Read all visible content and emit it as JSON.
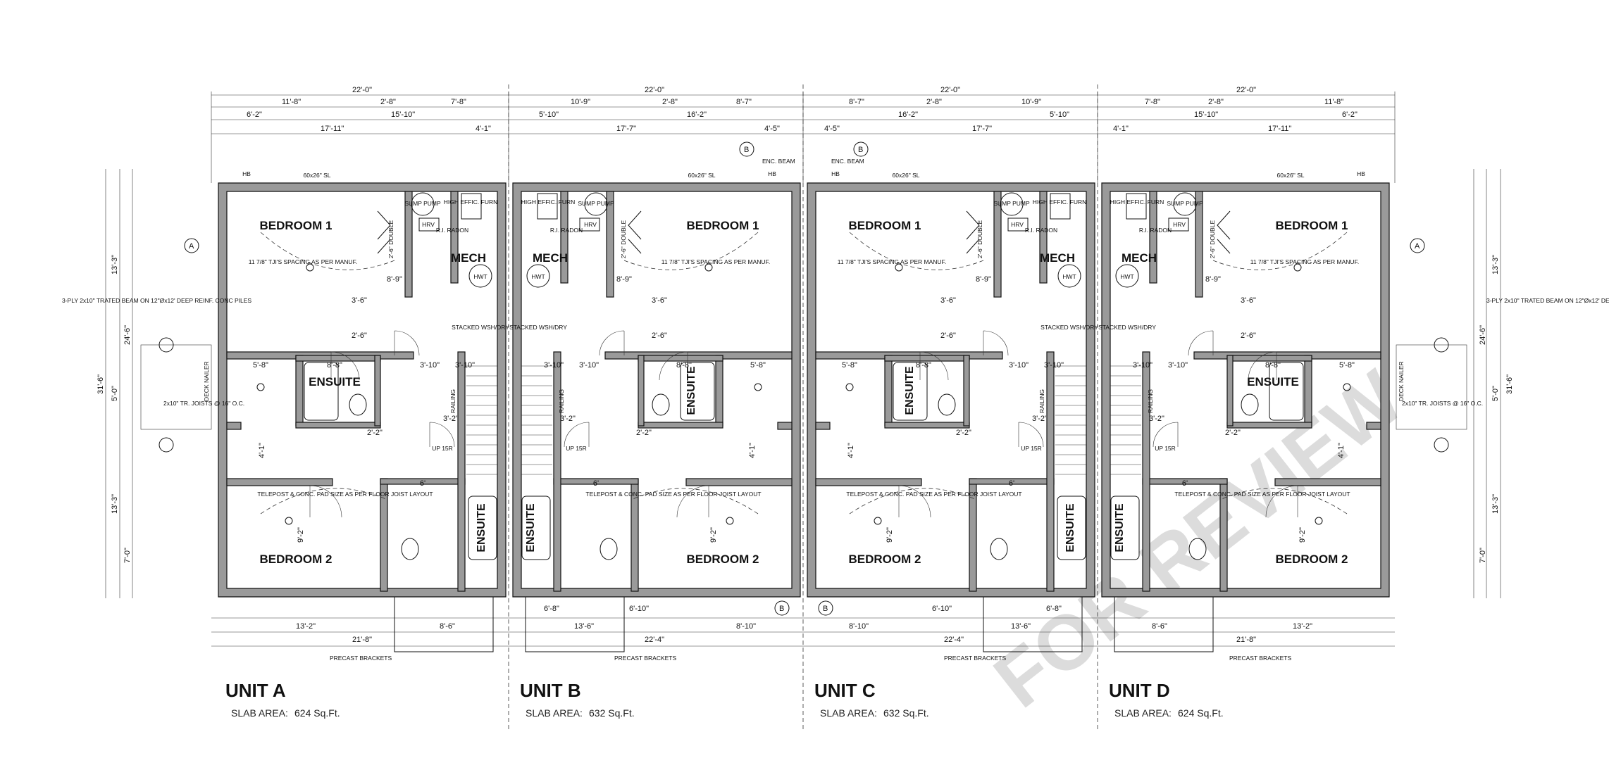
{
  "units": [
    {
      "id": "a",
      "title": "UNIT A",
      "slab_label": "SLAB AREA:",
      "slab_value": "624 Sq.Ft.",
      "mirror": false
    },
    {
      "id": "b",
      "title": "UNIT B",
      "slab_label": "SLAB AREA:",
      "slab_value": "632 Sq.Ft.",
      "mirror": true
    },
    {
      "id": "c",
      "title": "UNIT C",
      "slab_label": "SLAB AREA:",
      "slab_value": "632 Sq.Ft.",
      "mirror": false
    },
    {
      "id": "d",
      "title": "UNIT D",
      "slab_label": "SLAB AREA:",
      "slab_value": "624 Sq.Ft.",
      "mirror": true
    }
  ],
  "rooms": {
    "bedroom1": "BEDROOM 1",
    "bedroom2": "BEDROOM 2",
    "mech": "MECH",
    "ensuite": "ENSUITE"
  },
  "notes": {
    "joists": "11 7/8\" TJI'S SPACING AS PER MANUF.",
    "telepost": "TELEPOST & CONC. PAD SIZE AS PER FLOOR JOIST LAYOUT",
    "stacked": "STACKED WSH/DRY",
    "precast": "PRECAST BRACKETS",
    "window_top": "60x26\" SL",
    "hb": "HB",
    "radon": "R.I. RADON",
    "double": "2'-6\" DOUBLE",
    "sump": "SUMP PUMP",
    "hrv": "HRV",
    "hwt": "HWT",
    "furn": "HIGH EFFIC. FURN",
    "railing": "RAILING",
    "up": "UP 15R",
    "beam_left": "3-PLY 2x10\" TRATED BEAM ON 12\"Øx12' DEEP REINF. CONC PILES",
    "deck_joists": "2x10\" TR. JOISTS @ 16\" O.C.",
    "deck_nailer": "DECK NAILER",
    "enc_beam": "ENC. BEAM",
    "section_a": "A",
    "section_b": "B"
  },
  "dimensions": {
    "top_row1": [
      "22'-0\"",
      "22'-0\"",
      "22'-0\"",
      "22'-0\""
    ],
    "top_row2": [
      "11'-8\"",
      "2'-8\"",
      "7'-8\"",
      "10'-9\"",
      "2'-8\"",
      "8'-7\"",
      "8'-7\"",
      "2'-8\"",
      "10'-9\"",
      "7'-8\"",
      "2'-8\"",
      "11'-8\""
    ],
    "top_row3": [
      "6'-2\"",
      "15'-10\"",
      "5'-10\"",
      "16'-2\"",
      "16'-2\"",
      "5'-10\"",
      "15'-10\"",
      "6'-2\""
    ],
    "top_row4": [
      "17'-11\"",
      "4'-1\"",
      "17'-7\"",
      "4'-5\"",
      "4'-5\"",
      "17'-7\"",
      "4'-1\"",
      "17'-11\""
    ],
    "bottom_row1": [
      "13'-2\"",
      "6'-8\"",
      "6'-10\"",
      "6'-10\"",
      "6'-8\"",
      "13'-2\""
    ],
    "bottom_row2": [
      "21'-8\"",
      "8'-6\"",
      "13'-6\"",
      "8'-10\"",
      "8'-10\"",
      "13'-6\"",
      "8'-6\"",
      "21'-8\""
    ],
    "bottom_row3": [
      "22'-4\"",
      "22'-4\""
    ],
    "side_left": [
      "13'-3\"",
      "31'-6\"",
      "13'-3\"",
      "7'-0\"",
      "24'-6\"",
      "5'-0\""
    ],
    "side_right": [
      "13'-3\"",
      "31'-6\"",
      "13'-3\"",
      "7'-0\"",
      "24'-6\"",
      "5'-0\""
    ],
    "interior": [
      "2'-6\"",
      "5'-8\"",
      "8'-8\"",
      "3'-10\"",
      "3'-10\"",
      "3'-2\"",
      "2'-2\"",
      "4'-1\"",
      "9'-2\"",
      "8'-9\"",
      "3'-6\"",
      "6'"
    ]
  },
  "watermark": "FOR REVIEW",
  "colors": {
    "wall": "#9a9a9a",
    "ink": "#111111",
    "watermark": "#dcdcdc"
  }
}
